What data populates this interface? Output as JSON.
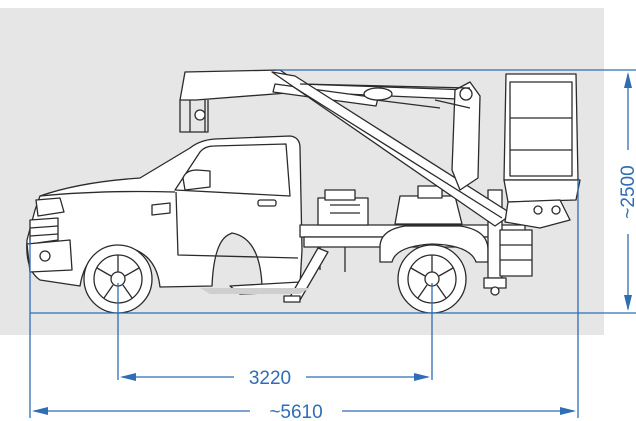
{
  "diagram": {
    "colors": {
      "background_panel": "#e6e6e7",
      "outline": "#2b2b2b",
      "dimension": "#2f6db5"
    },
    "dimensions": {
      "wheelbase": "3220",
      "overall_length": "~5610",
      "overall_height": "~2500"
    }
  }
}
